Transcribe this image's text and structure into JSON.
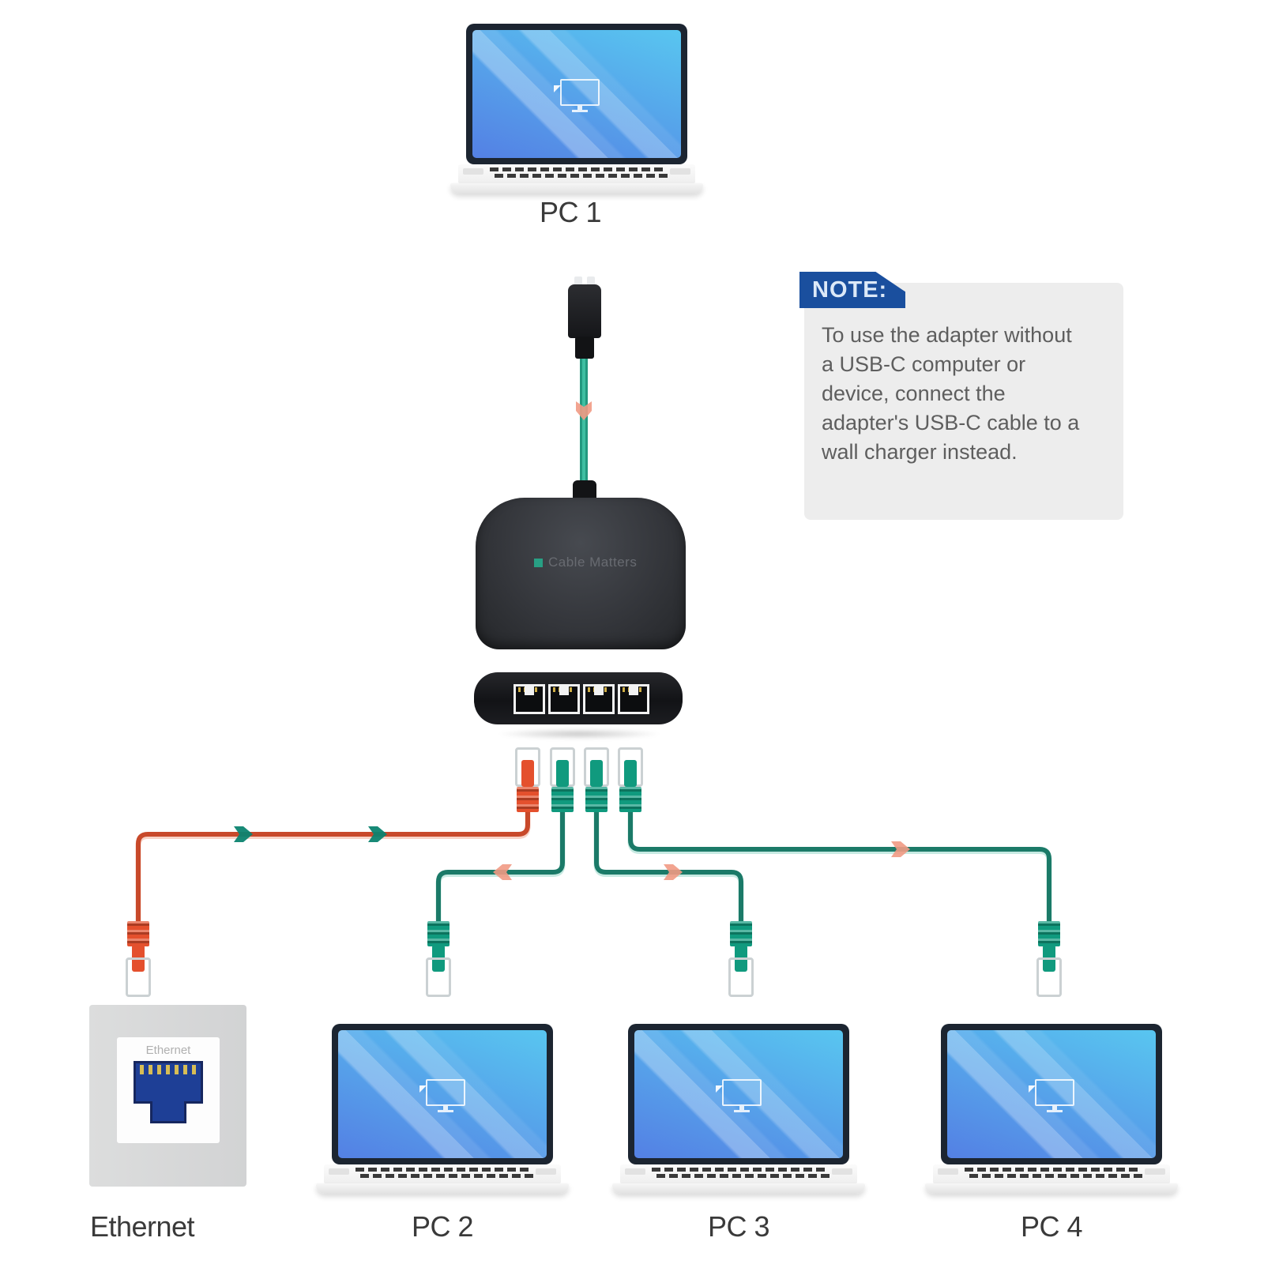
{
  "labels": {
    "pc1": "PC 1",
    "pc2": "PC 2",
    "pc3": "PC 3",
    "pc4": "PC 4",
    "ethernet": "Ethernet"
  },
  "wall_plate": {
    "small_label": "Ethernet"
  },
  "adapter": {
    "brand": "Cable Matters",
    "port_count": 4
  },
  "note": {
    "title": "NOTE:",
    "lines": [
      "To use the adapter without",
      "a USB-C computer or",
      "device, connect the",
      "adapter's USB-C cable to a",
      "wall charger instead."
    ]
  },
  "colors": {
    "cable_red": "#c8492a",
    "cable_red_glow": "#f2a58d",
    "cable_teal": "#1b7a68",
    "cable_teal_glow": "#8fd6c6",
    "usb_green": "#23997f",
    "usb_green_light": "#3fbfa2",
    "connector_red": "#e4502d",
    "connector_teal": "#109a7e",
    "arrow_teal": "#0c8470",
    "arrow_salmon": "#f19a84",
    "note_blue": "#1a4f9e",
    "screen_top": "#58c6f0",
    "screen_bottom": "#5480e4",
    "jack_blue": "#1e3f96"
  }
}
